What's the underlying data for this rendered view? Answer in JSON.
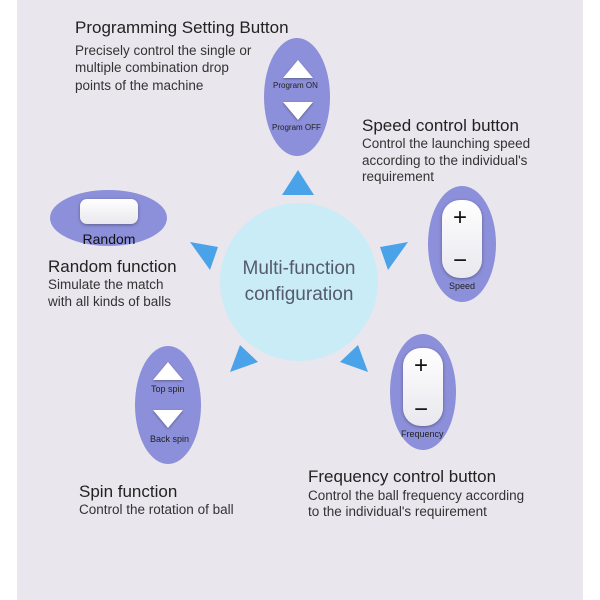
{
  "center": {
    "line1": "Multi-function",
    "line2": "configuration"
  },
  "programming": {
    "title": "Programming Setting Button",
    "desc1": "Precisely control the single or",
    "desc2": "multiple combination drop",
    "desc3": "points of the machine",
    "on_label": "Program ON",
    "off_label": "Program OFF"
  },
  "speed": {
    "title": "Speed control button",
    "desc1": "Control the launching speed",
    "desc2": "according to the individual's",
    "desc3": "requirement",
    "plus": "+",
    "minus": "−",
    "label": "Speed"
  },
  "random": {
    "title": "Random function",
    "desc1": "Simulate the match",
    "desc2": "with all kinds of balls",
    "button_label": "Random"
  },
  "spin": {
    "title": "Spin function",
    "desc1": "Control the rotation of ball",
    "top_label": "Top spin",
    "back_label": "Back spin"
  },
  "frequency": {
    "title": "Frequency control button",
    "desc1": "Control the ball frequency according",
    "desc2": "to the individual's requirement",
    "plus": "+",
    "minus": "−",
    "label": "Frequency"
  },
  "colors": {
    "oval": "#8c8fd9",
    "center": "#c9ecf6",
    "arrow": "#4aa3e8",
    "panel": "#e9e6ee"
  }
}
